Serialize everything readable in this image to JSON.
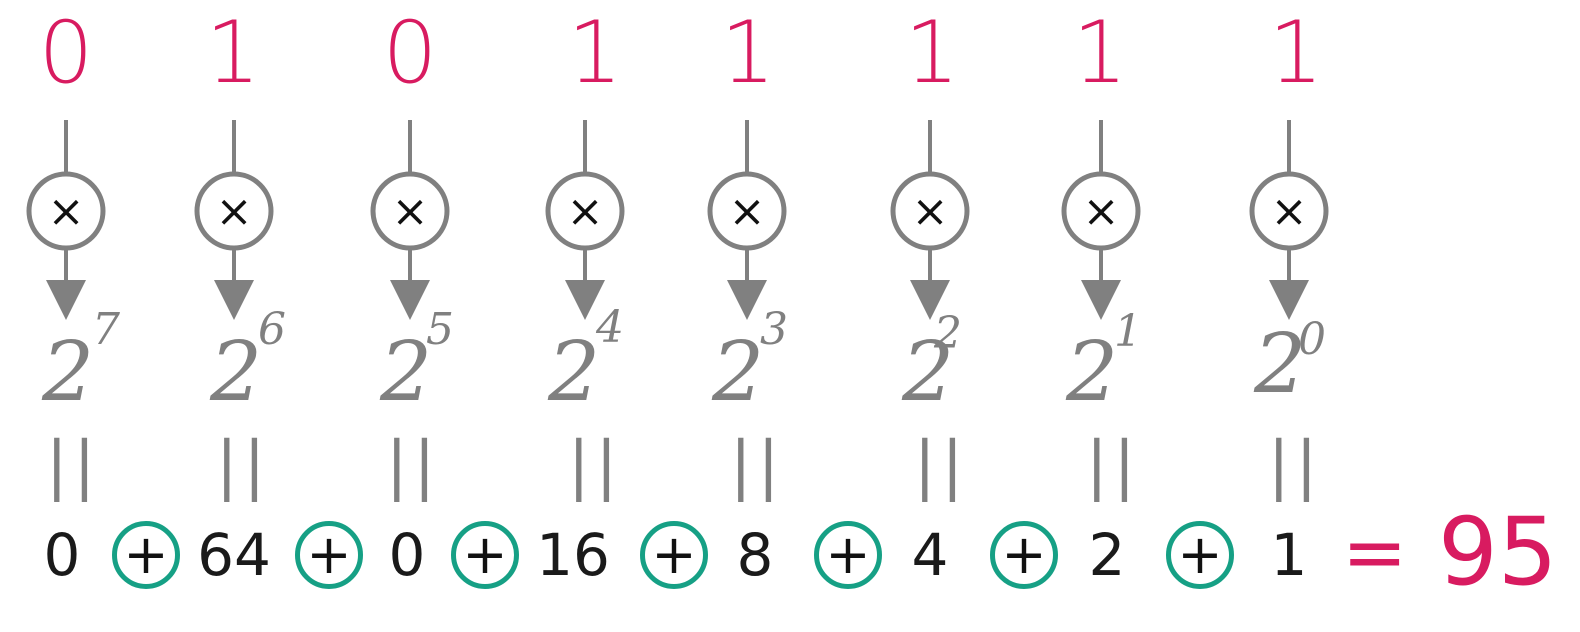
{
  "colors": {
    "bit": "#d81b60",
    "connector": "#808080",
    "operator_circle": "#808080",
    "plus_circle": "#16a085",
    "term": "#1a1a1a",
    "result": "#d81b60"
  },
  "columns": [
    {
      "bit": "0",
      "base": "2",
      "exponent": "7",
      "equals": "||",
      "value": "0"
    },
    {
      "bit": "1",
      "base": "2",
      "exponent": "6",
      "equals": "||",
      "value": "64"
    },
    {
      "bit": "0",
      "base": "2",
      "exponent": "5",
      "equals": "||",
      "value": "0"
    },
    {
      "bit": "1",
      "base": "2",
      "exponent": "4",
      "equals": "||",
      "value": "16"
    },
    {
      "bit": "1",
      "base": "2",
      "exponent": "3",
      "equals": "||",
      "value": "8"
    },
    {
      "bit": "1",
      "base": "2",
      "exponent": "2",
      "equals": "||",
      "value": "4"
    },
    {
      "bit": "1",
      "base": "2",
      "exponent": "1",
      "equals": "||",
      "value": "2"
    },
    {
      "bit": "1",
      "base": "2",
      "exponent": "0",
      "equals": "||",
      "value": "1"
    }
  ],
  "operators": {
    "multiply": "×",
    "plus": "+",
    "equals": "=",
    "multiply_icon": "multiply-icon",
    "plus_icon": "plus-icon"
  },
  "result": "95"
}
